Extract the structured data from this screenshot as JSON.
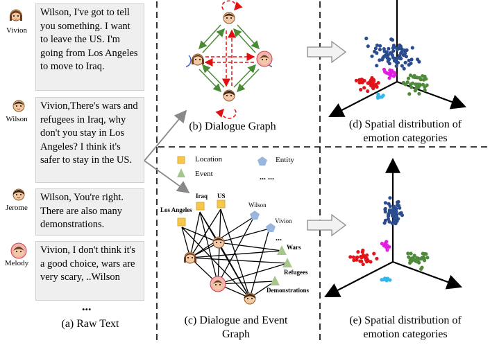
{
  "raw_text": {
    "speakers": [
      {
        "name": "Vivion",
        "utterance": "Wilson, I've got to tell you something.  I want to leave the US. I'm going from Los Angeles to move to Iraq."
      },
      {
        "name": "Wilson",
        "utterance": "Vivion,There's wars and refugees in Iraq, why don't you stay in Los Angeles? I think it's safer to stay in the US."
      },
      {
        "name": "Jerome",
        "utterance": "Wilson, You're right. There are also many demonstrations."
      },
      {
        "name": "Melody",
        "utterance": "Vivion, I don't think it's a good choice, wars are very scary, ..Wilson"
      }
    ],
    "ellipsis": "...",
    "caption": "(a) Raw Text"
  },
  "dialogue_graph": {
    "caption": "(b) Dialogue Graph"
  },
  "event_graph": {
    "caption_line1": "(c) Dialogue and Event",
    "caption_line2": "Graph",
    "legend": {
      "location": "Location",
      "entity": "Entity",
      "event": "Event",
      "more": "... ..."
    },
    "locations": [
      "Los Angeles",
      "Iraq",
      "US"
    ],
    "entities": [
      "Wilson",
      "Vivion"
    ],
    "entity_more": "...",
    "events": [
      "Wars",
      "Refugees",
      "Demonstrations"
    ]
  },
  "spatial_d": {
    "caption_line1": "(d) Spatial distribution of",
    "caption_line2": "emotion categories"
  },
  "spatial_e": {
    "caption_line1": "(e) Spatial distribution of",
    "caption_line2": "emotion categories"
  },
  "colors": {
    "green_edge": "#4a8a35",
    "red_edge": "#e01010",
    "blue_cluster": "#2b4d8f",
    "red_cluster": "#e0141a",
    "magenta_cluster": "#e020e0",
    "green_cluster": "#4f8a3a",
    "cyan_cluster": "#35b5e8",
    "location": "#f5c84a",
    "entity": "#9ab6dd",
    "event": "#a6c68c"
  }
}
